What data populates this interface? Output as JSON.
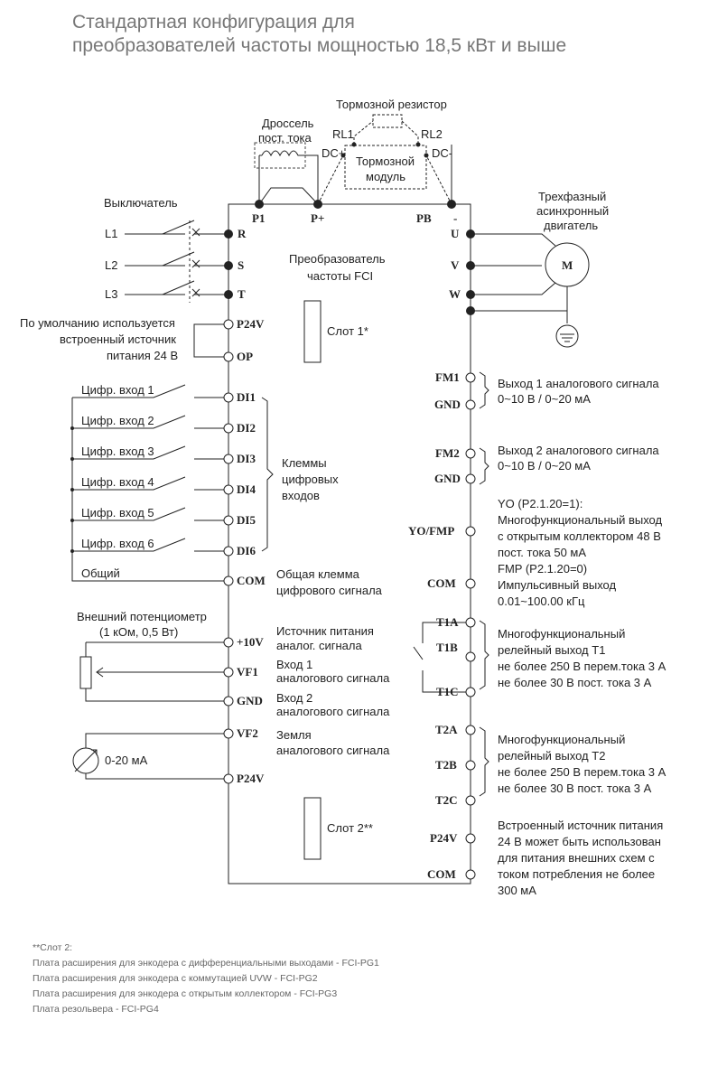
{
  "header": {
    "line1": "Стандартная конфигурация для",
    "line2": "преобразователей частоты мощностью 18,5 кВт и выше"
  },
  "top": {
    "brake_resistor": "Тормозной резистор",
    "choke_1": "Дроссель",
    "choke_2": "пост. тока",
    "rl1": "RL1",
    "rl2": "RL2",
    "dcp": "DC+",
    "dcm": "DC-",
    "brake_module_1": "Тормозной",
    "brake_module_2": "модуль",
    "p1": "P1",
    "pplus": "P+",
    "pb": "PB",
    "minus": "-"
  },
  "power": {
    "switch": "Выключатель",
    "l1": "L1",
    "l2": "L2",
    "l3": "L3",
    "r": "R",
    "s": "S",
    "t": "T",
    "u": "U",
    "v": "V",
    "w": "W",
    "motor_1": "Трехфазный",
    "motor_2": "асинхронный",
    "motor_3": "двигатель",
    "motor_m": "M"
  },
  "center": {
    "conv_1": "Преобразователь",
    "conv_2": "частоты FCI",
    "slot1": "Слот 1*",
    "slot2": "Слот 2**",
    "dig_1": "Клеммы",
    "dig_2": "цифровых",
    "dig_3": "входов",
    "com_1": "Общая клемма",
    "com_2": "цифрового сигнала",
    "an1_1": "Источник питания",
    "an1_2": "аналог. сигнала",
    "an2_1": "Вход 1",
    "an2_2": "аналогового сигнала",
    "an3_1": "Вход 2",
    "an3_2": "аналогового сигнала",
    "an4_1": "Земля",
    "an4_2": "аналогового сигнала"
  },
  "left": {
    "def_1": "По умолчанию используется",
    "def_2": "встроенный источник",
    "def_3": "питания 24 В",
    "p24v": "P24V",
    "op": "OP",
    "inputs": [
      "Цифр. вход 1",
      "Цифр. вход 2",
      "Цифр. вход 3",
      "Цифр. вход 4",
      "Цифр. вход 5",
      "Цифр. вход 6"
    ],
    "di": [
      "DI1",
      "DI2",
      "DI3",
      "DI4",
      "DI5",
      "DI6"
    ],
    "common": "Общий",
    "com": "COM",
    "pot_1": "Внешний потенциометр",
    "pot_2": "(1 кОм, 0,5 Вт)",
    "v10": "+10V",
    "vf1": "VF1",
    "gnd": "GND",
    "vf2": "VF2",
    "ma": "0-20 мА",
    "p24v2": "P24V"
  },
  "right": {
    "fm1": "FM1",
    "gnd1": "GND",
    "fm1_1": "Выход 1 аналогового сигнала",
    "fm1_2": "0~10 В / 0~20 мА",
    "fm2": "FM2",
    "gnd2": "GND",
    "fm2_1": "Выход 2 аналогового сигнала",
    "fm2_2": "0~10 В / 0~20 мА",
    "yo": "YO/FMP",
    "com": "COM",
    "yo_lines": [
      "YO (P2.1.20=1):",
      "Многофункциональный выход",
      "с открытым коллектором 48 В",
      "пост. тока 50 мА",
      "FMP (P2.1.20=0)",
      "Импульсивный выход",
      "0.01~100.00 кГц"
    ],
    "t1a": "T1A",
    "t1b": "T1B",
    "t1c": "T1C",
    "t1_lines": [
      "Многофункциональный",
      "релейный выход T1",
      "не более 250 В перем.тока 3 А",
      "не более 30 В пост. тока 3 А"
    ],
    "t2a": "T2A",
    "t2b": "T2B",
    "t2c": "T2C",
    "t2_lines": [
      "Многофункциональный",
      "релейный выход T2",
      "не более 250 В перем.тока 3 А",
      "не более 30 В пост. тока 3 А"
    ],
    "p24v": "P24V",
    "com2": "COM",
    "p24_lines": [
      "Встроенный источник питания",
      "24 В может быть использован",
      "для питания внешних схем с",
      "током потребления не более",
      "300 мА"
    ]
  },
  "footnote": {
    "head": "**Слот 2:",
    "lines": [
      "Плата расширения для энкодера с дифференциальными выходами - FCI-PG1",
      "Плата расширения для энкодера с коммутацией UVW - FCI-PG2",
      "Плата расширения для энкодера с открытым коллектором - FCI-PG3",
      "Плата резольвера - FCI-PG4"
    ]
  }
}
